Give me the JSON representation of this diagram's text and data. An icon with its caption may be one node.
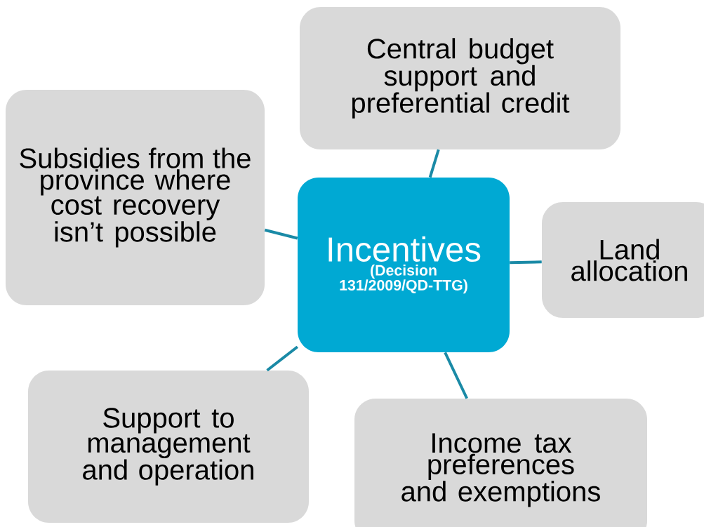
{
  "diagram": {
    "nodes": [
      {
        "text": [
          "Central budget support and preferential credit"
        ]
      },
      {
        "text": [
          "Subsidies from the province where cost recovery isn’t possible"
        ]
      },
      {
        "text": [
          "Incentives",
          "(Decision 131/2009/QD-TTG)"
        ]
      },
      {
        "text": [
          "Land allocation"
        ]
      },
      {
        "text": [
          "Support to management and operation"
        ]
      },
      {
        "text": [
          "Income tax preferences and exemptions"
        ]
      }
    ],
    "edges": [
      {
        "from": 2,
        "to": 0,
        "arrow": "none"
      },
      {
        "from": 2,
        "to": 1,
        "arrow": "none"
      },
      {
        "from": 2,
        "to": 3,
        "arrow": "none"
      },
      {
        "from": 2,
        "to": 4,
        "arrow": "none"
      },
      {
        "from": 2,
        "to": 5,
        "arrow": "none"
      }
    ]
  }
}
